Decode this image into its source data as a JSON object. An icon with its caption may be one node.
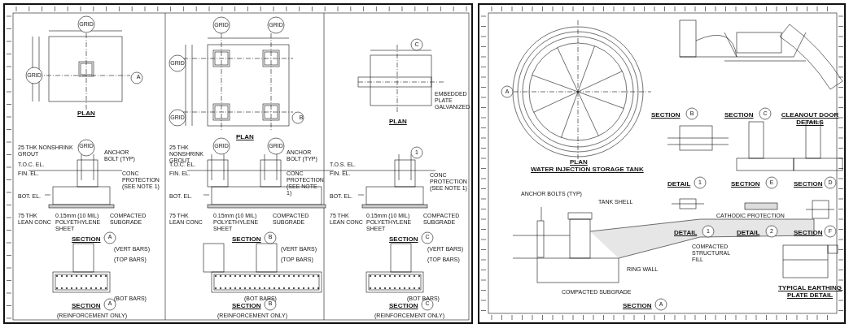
{
  "diagram": {
    "labels": [
      "GRID",
      "GRID",
      "A",
      "PLAN",
      "GRID",
      "25 THK NONSHRINK GROUT",
      "ANCHOR BOLT (TYP)",
      "T.O.C. EL.",
      "FIN. EL.",
      "CONC PROTECTION (SEE NOTE 1)",
      "BOT. EL.",
      "75 THK LEAN CONC",
      "0.15mm (10 MIL) POLYETHYLENE SHEET",
      "COMPACTED SUBGRADE",
      "SECTION",
      "A",
      "(VERT BARS)",
      "(TOP BARS)",
      "(BOT BARS)",
      "SECTION",
      "(REINFORCEMENT ONLY)",
      "A",
      "GRID",
      "GRID",
      "GRID",
      "GRID",
      "B",
      "PLAN",
      "GRID",
      "GRID",
      "25 THK NONSHRINK GROUT",
      "ANCHOR BOLT (TYP)",
      "T.O.C. EL.",
      "FIN. EL.",
      "CONC PROTECTION (SEE NOTE 1)",
      "BOT. EL.",
      "75 THK LEAN CONC",
      "0.15mm (10 MIL) POLYETHYLENE SHEET",
      "COMPACTED SUBGRADE",
      "SECTION",
      "B",
      "(VERT BARS)",
      "(TOP BARS)",
      "(BOT BARS)",
      "SECTION",
      "(REINFORCEMENT ONLY)",
      "B",
      "C",
      "EMBEDDED PLATE GALVANIZED",
      "PLAN",
      "1",
      "T.O.S. EL.",
      "FIN. EL.",
      "CONC PROTECTION (SEE NOTE 1)",
      "BOT. EL.",
      "75 THK LEAN CONC",
      "0.15mm (10 MIL) POLYETHYLENE SHEET",
      "COMPACTED SUBGRADE",
      "SECTION",
      "C",
      "(VERT BARS)",
      "(TOP BARS)",
      "(BOT BARS)",
      "SECTION",
      "(REINFORCEMENT ONLY)",
      "C",
      "A",
      "PLAN",
      "WATER INJECTION STORAGE TANK",
      "SECTION",
      "B",
      "SECTION",
      "C",
      "CLEANOUT DOOR DETAILS",
      "DETAIL",
      "1",
      "SECTION",
      "E",
      "SECTION",
      "D",
      "DETAIL",
      "1",
      "DETAIL",
      "2",
      "SECTION",
      "F",
      "ANCHOR BOLTS (TYP)",
      "TANK SHELL",
      "CATHODIC PROTECTION",
      "COMPACTED STRUCTURAL FILL",
      "RING WALL",
      "COMPACTED SUBGRADE",
      "SECTION",
      "A",
      "TYPICAL EARTHING PLATE DETAIL"
    ]
  }
}
